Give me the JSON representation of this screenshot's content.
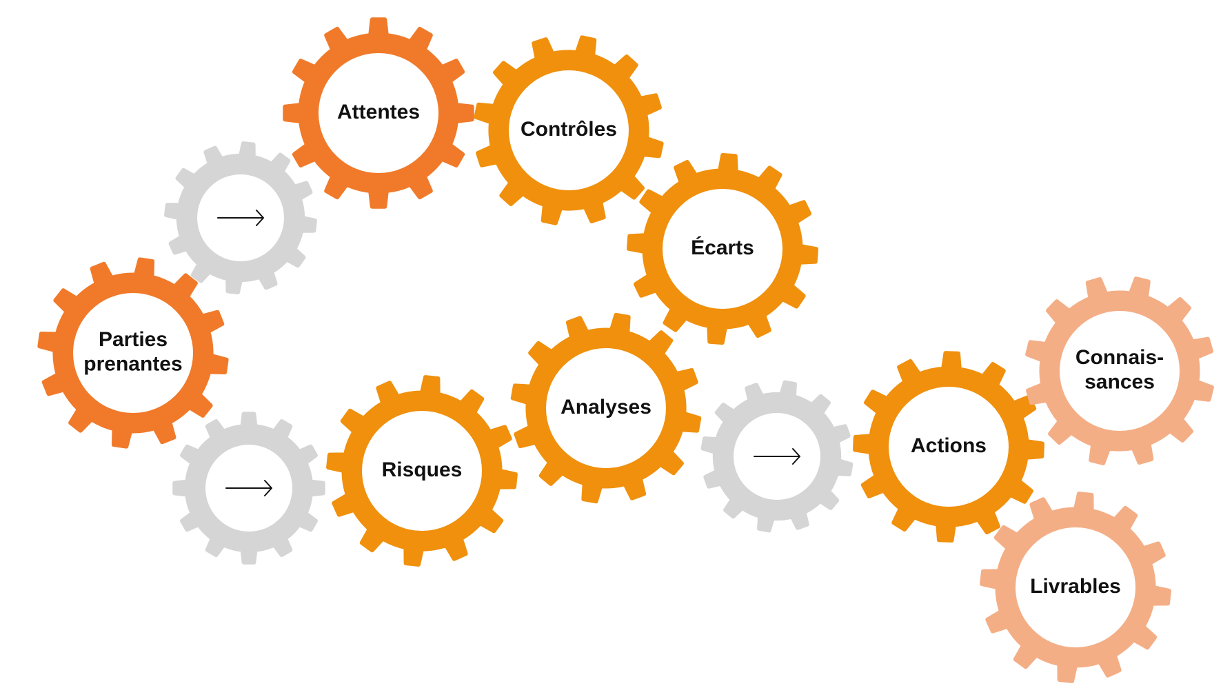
{
  "colors": {
    "dark_orange": "#F07A2A",
    "orange": "#F0900D",
    "light_orange": "#F4AE86",
    "gray": "#D5D5D5",
    "text": "#111111",
    "arrow": "#111111"
  },
  "gears": [
    {
      "id": "parties-prenantes",
      "lines": [
        "Parties",
        "prenantes"
      ],
      "color": "dark_orange"
    },
    {
      "id": "attentes",
      "lines": [
        "Attentes"
      ],
      "color": "dark_orange"
    },
    {
      "id": "controles",
      "lines": [
        "Contrôles"
      ],
      "color": "orange"
    },
    {
      "id": "ecarts",
      "lines": [
        "Écarts"
      ],
      "color": "orange"
    },
    {
      "id": "analyses",
      "lines": [
        "Analyses"
      ],
      "color": "orange"
    },
    {
      "id": "risques",
      "lines": [
        "Risques"
      ],
      "color": "orange"
    },
    {
      "id": "actions",
      "lines": [
        "Actions"
      ],
      "color": "orange"
    },
    {
      "id": "connaissances",
      "lines": [
        "Connais-",
        "sances"
      ],
      "color": "light_orange"
    },
    {
      "id": "livrables",
      "lines": [
        "Livrables"
      ],
      "color": "light_orange"
    },
    {
      "id": "arrow-gear-1",
      "lines": [],
      "color": "gray",
      "arrow": true
    },
    {
      "id": "arrow-gear-2",
      "lines": [],
      "color": "gray",
      "arrow": true
    },
    {
      "id": "arrow-gear-3",
      "lines": [],
      "color": "gray",
      "arrow": true
    }
  ]
}
